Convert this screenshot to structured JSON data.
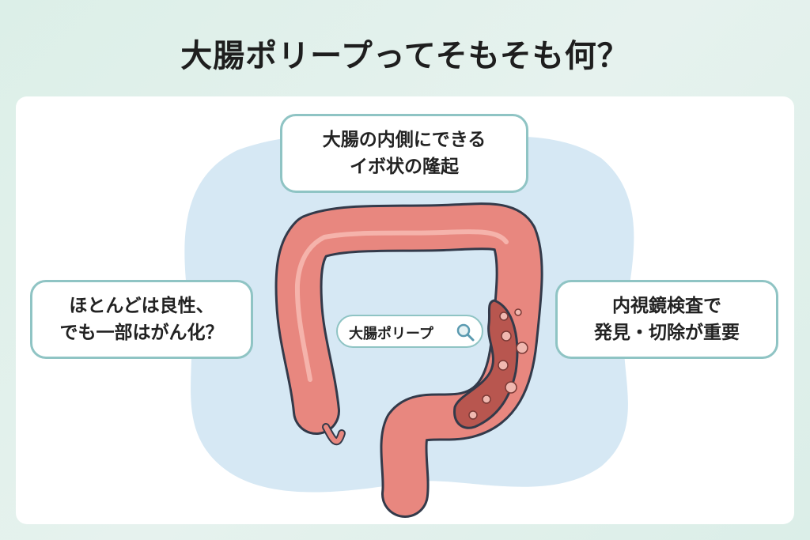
{
  "title": "大腸ポリープってそもそも何？",
  "bubbles": {
    "top": [
      "大腸の内側にできる",
      "イボ状の隆起"
    ],
    "left": [
      "ほとんどは良性、",
      "でも一部はがん化？"
    ],
    "right": [
      "内視鏡検査で",
      "発見・切除が重要"
    ]
  },
  "search": {
    "text": "大腸ポリープ",
    "icon": "search-icon"
  },
  "colors": {
    "background": "#dcefe8",
    "blob": "#d6e8f4",
    "intestine": "#e8877f",
    "intestine_outline": "#333a4a",
    "polyp_area": "#b8564f",
    "polyp": "#f0b8b0",
    "border": "#8fc4c4"
  }
}
